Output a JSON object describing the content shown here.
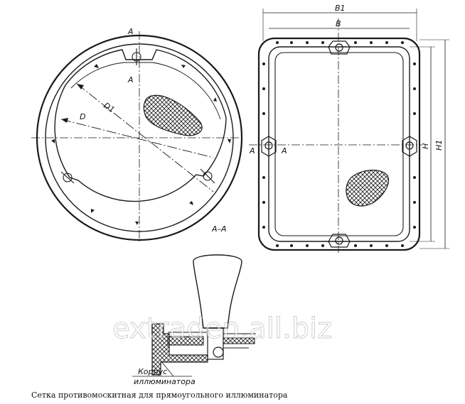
{
  "caption": "Сетка противомоскитная для прямоугольного иллюминатора",
  "watermark": "extraden.all.biz",
  "round_view": {
    "section_marker_top": "A",
    "section_marker_bottom": "A",
    "dimension_d1": "D1",
    "dimension_d": "D"
  },
  "rect_view": {
    "dimension_b1": "B1",
    "dimension_b": "B",
    "dimension_h": "H",
    "dimension_h1": "H1",
    "section_marker_left": "A",
    "section_marker_right": "A"
  },
  "section_view": {
    "title": "A–A",
    "label_line1": "Корпус",
    "label_line2": "иллюминатора"
  }
}
